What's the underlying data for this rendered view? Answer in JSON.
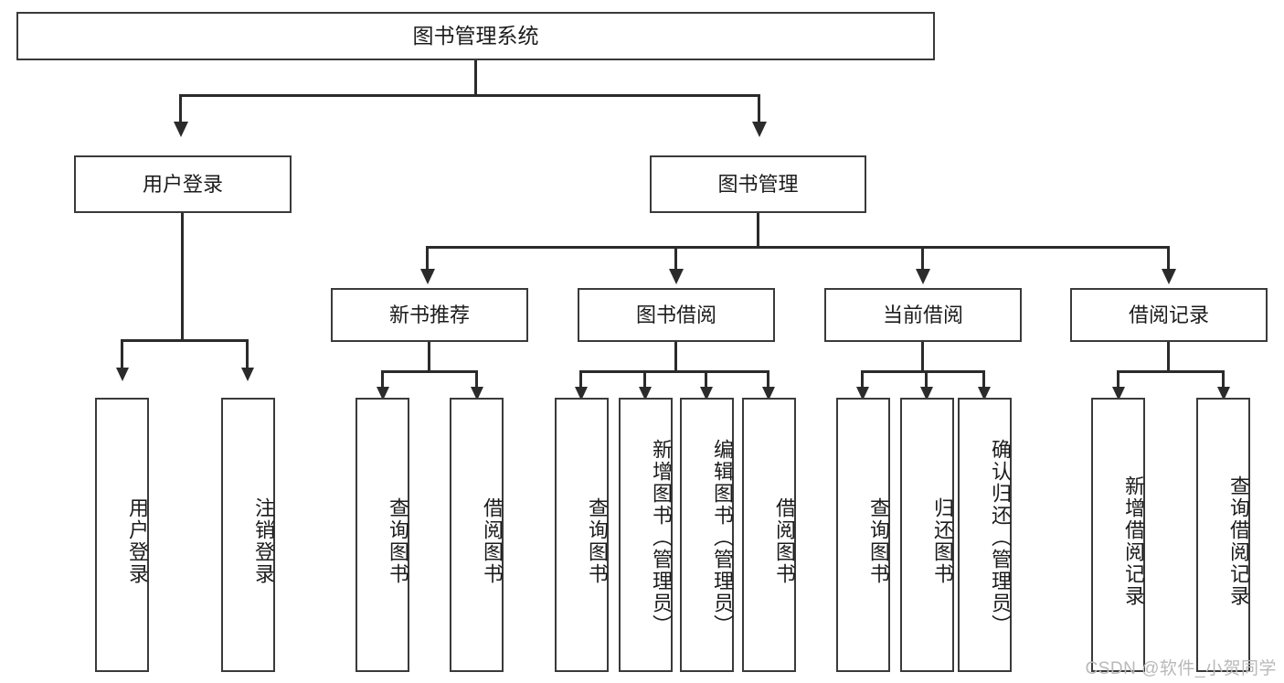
{
  "diagram": {
    "title": "图书管理系统",
    "type": "tree",
    "watermark": "CSDN @软件_小贺同学",
    "colors": {
      "box_border": "#3a3a3a",
      "connector": "#2b2b2b",
      "background": "#ffffff",
      "text": "#1c1c1c",
      "watermark": "#b9b9b9"
    },
    "root": {
      "label": "图书管理系统"
    },
    "level2": [
      {
        "label": "用户登录"
      },
      {
        "label": "图书管理"
      }
    ],
    "level3": [
      {
        "label": "新书推荐"
      },
      {
        "label": "图书借阅"
      },
      {
        "label": "当前借阅"
      },
      {
        "label": "借阅记录"
      }
    ],
    "leaves": {
      "user_login": [
        {
          "label": "用户登录"
        },
        {
          "label": "注销登录"
        }
      ],
      "new_book_recommend": [
        {
          "label": "查询图书"
        },
        {
          "label": "借阅图书"
        }
      ],
      "book_borrow": [
        {
          "label": "查询图书"
        },
        {
          "label": "新增图书（管理员）"
        },
        {
          "label": "编辑图书（管理员）"
        },
        {
          "label": "借阅图书"
        }
      ],
      "current_borrow": [
        {
          "label": "查询图书"
        },
        {
          "label": "归还图书"
        },
        {
          "label": "确认归还（管理员）"
        }
      ],
      "borrow_record": [
        {
          "label": "新增借阅记录"
        },
        {
          "label": "查询借阅记录"
        }
      ]
    }
  }
}
